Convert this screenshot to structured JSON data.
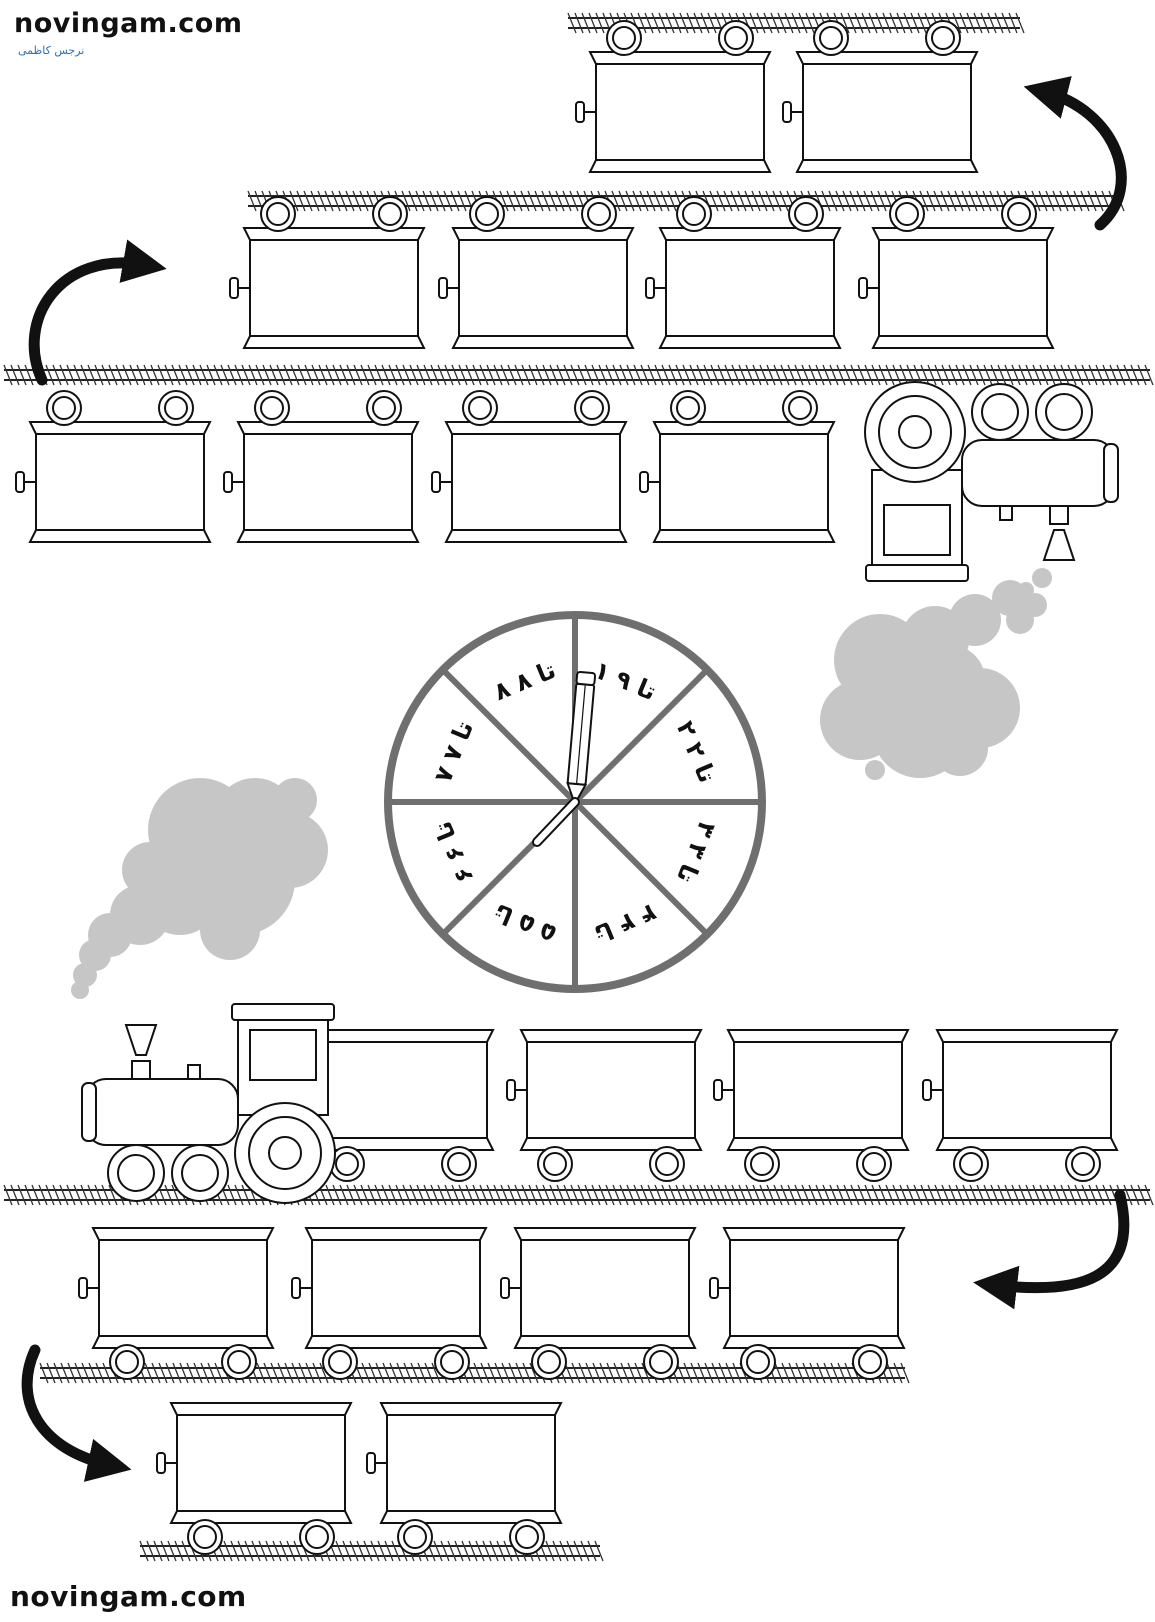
{
  "brand": {
    "top_logo": "novingam.com",
    "top_subtitle": "نرجس کاظمی",
    "bottom_logo": "novingam.com"
  },
  "spinner": {
    "sectors": [
      {
        "text": "۱ تا ۹"
      },
      {
        "text": "۲ تا ۲"
      },
      {
        "text": "۳ تا ۳"
      },
      {
        "text": "۴ تا ۴"
      },
      {
        "text": "۵ تا ۵"
      },
      {
        "text": "۶ تا ۶"
      },
      {
        "text": "۷ تا ۷"
      },
      {
        "text": "۸ تا ۸"
      }
    ],
    "ring_color": "#6f6f6f"
  },
  "colors": {
    "smoke": "#c6c6c6",
    "ink": "#111111"
  },
  "icons": [
    "arrow-icon",
    "train-car-icon",
    "locomotive-icon",
    "smoke-cloud-icon",
    "pencil-icon"
  ]
}
